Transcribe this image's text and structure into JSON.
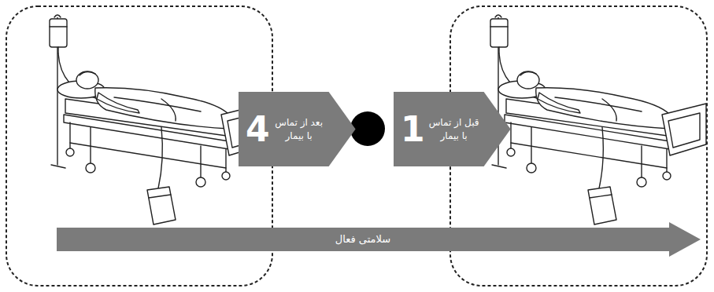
{
  "diagram": {
    "nodes": [
      {
        "text": [
          "4",
          "بعد از تماس با بیمار"
        ]
      },
      {
        "text": [
          "1",
          "قبل از تماس با بیمار"
        ]
      },
      {
        "text": [
          "سلامتی فعال"
        ]
      }
    ]
  }
}
